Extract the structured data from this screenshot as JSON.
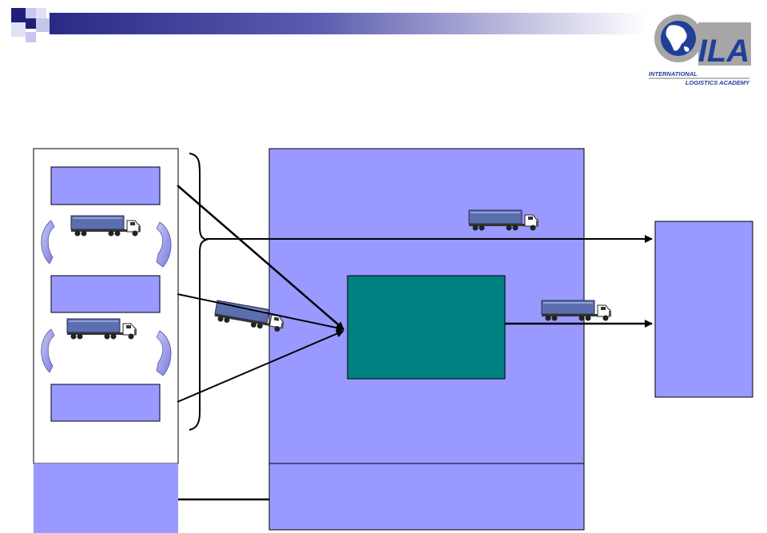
{
  "logo": {
    "brand": "ILA",
    "tagline_line1": "INTERNATIONAL",
    "tagline_line2": "LOGISTICS ACADEMY"
  },
  "colors": {
    "box_fill": "#9999ff",
    "inner_fill": "#008080",
    "header_dark": "#1f1f7a",
    "accent_light": "#c7c7ee",
    "logo_gray": "#a6a6a6",
    "logo_blue": "#1f3f99"
  },
  "icons": {
    "truck": "truck-icon",
    "cycle_arrow": "curved-arrow-icon",
    "globe": "globe-icon"
  }
}
